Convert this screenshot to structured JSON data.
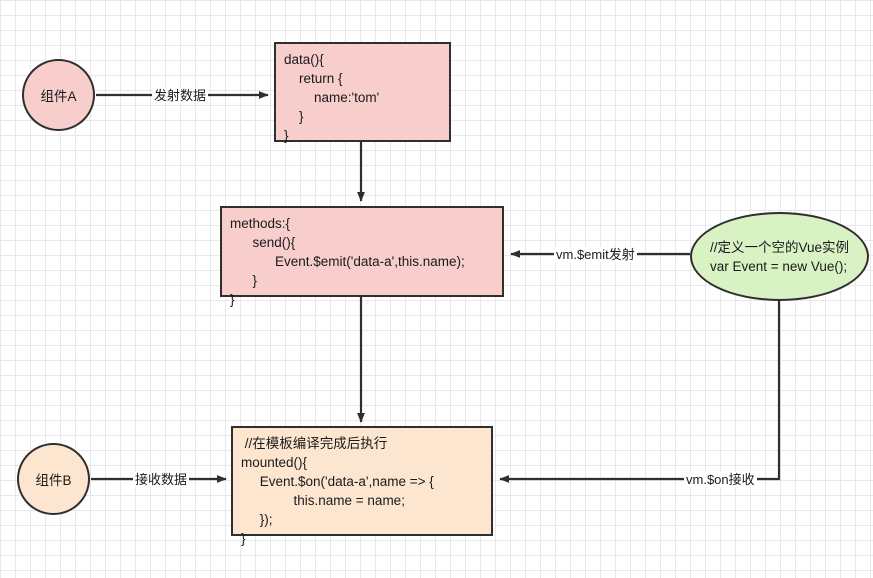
{
  "diagram": {
    "title": "Vue Event Bus component communication flow",
    "colors": {
      "pink_fill": "#f8cecc",
      "orange_fill": "#fde6cf",
      "green_fill": "#d9f2c4",
      "stroke": "#2f2f2f",
      "grid_minor": "#e8e8e8",
      "grid_major": "#d9d9d9",
      "text": "#1a1a1a"
    },
    "nodes": {
      "component_a": {
        "label": "组件A",
        "shape": "circle",
        "fill": "#f8cecc"
      },
      "component_b": {
        "label": "组件B",
        "shape": "circle",
        "fill": "#fde6cf"
      },
      "data_box": {
        "shape": "rectangle",
        "fill": "#f8cecc",
        "text": "data(){\n    return {\n        name:'tom'\n    }\n}"
      },
      "methods_box": {
        "shape": "rectangle",
        "fill": "#f8cecc",
        "text": "methods:{\n      send(){\n            Event.$emit('data-a',this.name);\n      }\n}"
      },
      "mounted_box": {
        "shape": "rectangle",
        "fill": "#fde6cf",
        "text": " //在模板编译完成后执行\nmounted(){\n     Event.$on('data-a',name => {\n              this.name = name;\n     });\n}"
      },
      "event_bus": {
        "shape": "ellipse",
        "fill": "#d9f2c4",
        "text": "//定义一个空的Vue实例\nvar Event = new Vue();"
      }
    },
    "edges": [
      {
        "id": "a-to-data",
        "label": "发射数据",
        "from": "component_a",
        "to": "data_box"
      },
      {
        "id": "data-to-methods",
        "label": "",
        "from": "data_box",
        "to": "methods_box"
      },
      {
        "id": "bus-to-methods",
        "label": "vm.$emit发射",
        "from": "event_bus",
        "to": "methods_box"
      },
      {
        "id": "methods-to-mounted",
        "label": "",
        "from": "methods_box",
        "to": "mounted_box"
      },
      {
        "id": "b-to-mounted",
        "label": "接收数据",
        "from": "component_b",
        "to": "mounted_box"
      },
      {
        "id": "bus-to-mounted",
        "label": "vm.$on接收",
        "from": "event_bus",
        "to": "mounted_box"
      }
    ]
  }
}
